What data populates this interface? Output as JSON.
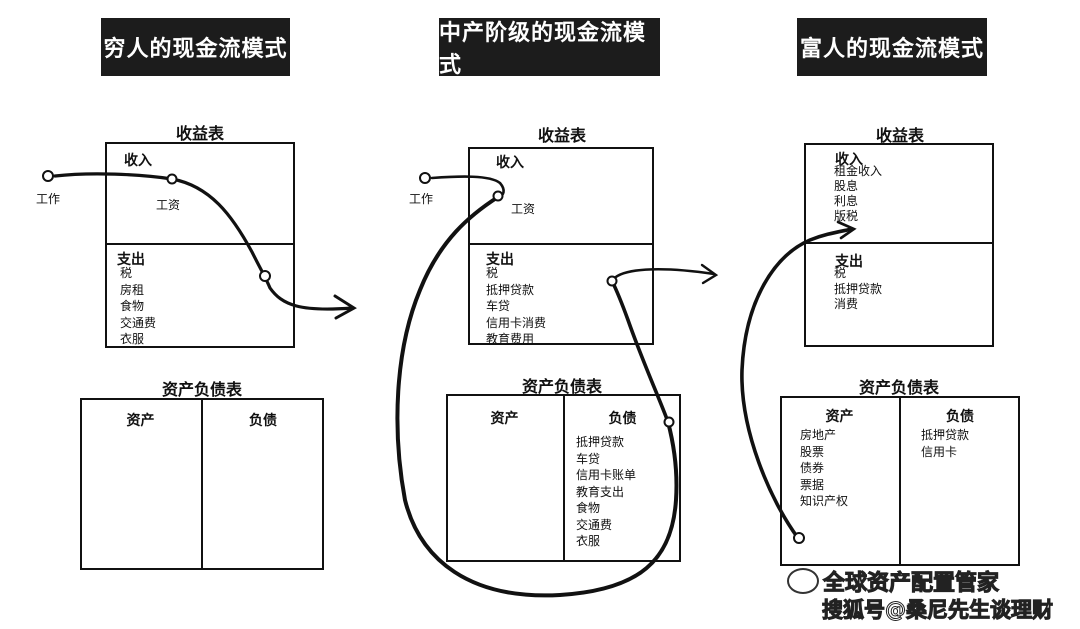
{
  "poor": {
    "banner": "穷人的现金流模式",
    "income_statement_title": "收益表",
    "income_label": "收入",
    "expense_label": "支出",
    "expenses": [
      "税",
      "房租",
      "食物",
      "交通费",
      "衣服"
    ],
    "work_label": "工作",
    "wage_label": "工资",
    "balance_sheet_title": "资产负债表",
    "assets_label": "资产",
    "liabilities_label": "负债"
  },
  "middle": {
    "banner": "中产阶级的现金流模式",
    "income_statement_title": "收益表",
    "income_label": "收入",
    "expense_label": "支出",
    "expenses": [
      "税",
      "抵押贷款",
      "车贷",
      "信用卡消费",
      "教育费用"
    ],
    "work_label": "工作",
    "wage_label": "工资",
    "balance_sheet_title": "资产负债表",
    "assets_label": "资产",
    "liabilities_label": "负债",
    "liabilities": [
      "抵押贷款",
      "车贷",
      "信用卡账单",
      "教育支出",
      "食物",
      "交通费",
      "衣服"
    ]
  },
  "rich": {
    "banner": "富人的现金流模式",
    "income_statement_title": "收益表",
    "income_label": "收入",
    "incomes": [
      "租金收入",
      "股息",
      "利息",
      "版税"
    ],
    "expense_label": "支出",
    "expenses": [
      "税",
      "抵押贷款",
      "消费"
    ],
    "balance_sheet_title": "资产负债表",
    "assets_label": "资产",
    "assets": [
      "房地产",
      "股票",
      "债券",
      "票据",
      "知识产权"
    ],
    "liabilities_label": "负债",
    "liabilities": [
      "抵押贷款",
      "信用卡"
    ]
  },
  "watermark": {
    "line1": "全球资产配置管家",
    "line2": "搜狐号@桑尼先生谈理财"
  }
}
